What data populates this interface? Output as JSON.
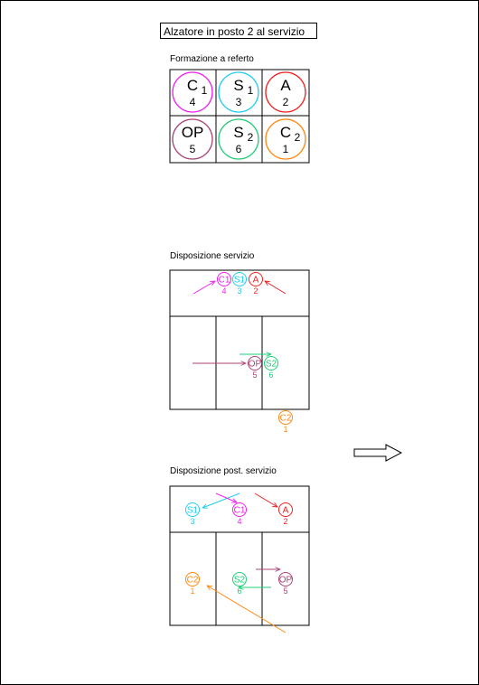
{
  "title": "Alzatore in posto  2 al servizio",
  "formation": {
    "label": "Formazione a referto",
    "cells": [
      {
        "role": "C",
        "sub": "1",
        "num": "4",
        "color": "#ee22ee"
      },
      {
        "role": "S",
        "sub": "1",
        "num": "3",
        "color": "#22ccee"
      },
      {
        "role": "A",
        "sub": "",
        "num": "2",
        "color": "#ee2222"
      },
      {
        "role": "OP",
        "sub": "",
        "num": "5",
        "color": "#aa4477"
      },
      {
        "role": "S",
        "sub": "2",
        "num": "6",
        "color": "#22cc77"
      },
      {
        "role": "C",
        "sub": "2",
        "num": "1",
        "color": "#ff8811"
      }
    ]
  },
  "serve": {
    "label": "Disposizione servizio",
    "players": [
      {
        "name": "C1",
        "num": "4",
        "color": "#ee22ee"
      },
      {
        "name": "S1",
        "num": "3",
        "color": "#22ccee"
      },
      {
        "name": "A",
        "num": "2",
        "color": "#ee2222"
      },
      {
        "name": "OP",
        "num": "5",
        "color": "#aa4477"
      },
      {
        "name": "S2",
        "num": "6",
        "color": "#22cc77"
      },
      {
        "name": "C2",
        "num": "1",
        "color": "#ff8811"
      }
    ]
  },
  "post": {
    "label": "Disposizione post. servizio",
    "players": [
      {
        "name": "S1",
        "num": "3",
        "color": "#22ccee"
      },
      {
        "name": "C1",
        "num": "4",
        "color": "#ee22ee"
      },
      {
        "name": "A",
        "num": "2",
        "color": "#ee2222"
      },
      {
        "name": "C2",
        "num": "1",
        "color": "#ff8811"
      },
      {
        "name": "S2",
        "num": "6",
        "color": "#22cc77"
      },
      {
        "name": "OP",
        "num": "5",
        "color": "#aa4477"
      }
    ]
  }
}
